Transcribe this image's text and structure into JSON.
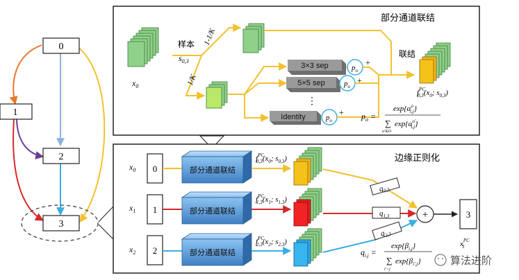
{
  "colors": {
    "orange": "#e8772e",
    "purple": "#6b3e99",
    "blue_light": "#8fb2dc",
    "yellow": "#f2c12e",
    "red": "#d62828",
    "cyan": "#3aaee2",
    "green_block": "#8fd18a",
    "op_box": "#6e6e6e",
    "bridge_blue": "#5b9bd5",
    "node_stroke": "#222222"
  },
  "dag": {
    "node0": "0",
    "node1": "1",
    "node2": "2",
    "node3": "3"
  },
  "partial": {
    "title": "部分通道联结",
    "x0": "x",
    "x0_sub": "0",
    "sample_label": "样本",
    "s_label": "s",
    "s_sub": "0,3",
    "frac_upper": "1-1/K",
    "frac_lower": "1/K",
    "op1": "3×3 sep",
    "op2": "5×5 sep",
    "op3": "Identity",
    "po": "p",
    "po_sub": "o",
    "plus": "+",
    "dots": "⋮",
    "concat_label": "联结",
    "f_main": "f",
    "f_sub": "0,3",
    "f_sup": "PC",
    "f_args": "(x",
    "f_args_sub": "0",
    "f_args_mid": "; s",
    "f_args_sub2": "0,3",
    "f_args_end": ")",
    "po_formula_lhs": "p",
    "po_formula_lhs_sub": "o",
    "po_formula_eq": " =",
    "po_num": "exp{α",
    "po_num_sup": "o",
    "po_num_sub": "i,j",
    "po_num_end": "}",
    "po_den_sum": "∑",
    "po_den_sum_sub": "o′∈O",
    "po_den": "exp{α",
    "po_den_sup": "o′",
    "po_den_sub": "i,j",
    "po_den_end": "}"
  },
  "edge": {
    "title": "边缘正则化",
    "rows": [
      {
        "x": "x",
        "x_sub": "0",
        "idx": "0",
        "block": "部分通道联结",
        "f": "f",
        "f_sub": "0,3",
        "f_sup": "PC",
        "args1": "(x",
        "args1_sub": "0",
        "args_mid": "; s",
        "args2_sub": "0,3",
        "args_end": ")",
        "q": "q",
        "q_sub": "0,3"
      },
      {
        "x": "x",
        "x_sub": "1",
        "idx": "1",
        "block": "部分通道联结",
        "f": "f",
        "f_sub": "1,3",
        "f_sup": "PC",
        "args1": "(x",
        "args1_sub": "1",
        "args_mid": "; s",
        "args2_sub": "1,3",
        "args_end": ")",
        "q": "q",
        "q_sub": "1,3"
      },
      {
        "x": "x",
        "x_sub": "2",
        "idx": "2",
        "block": "部分通道联结",
        "f": "f",
        "f_sub": "2,3",
        "f_sup": "PC",
        "args1": "(x",
        "args1_sub": "2",
        "args_mid": "; s",
        "args2_sub": "2,3",
        "args_end": ")",
        "q": "q",
        "q_sub": "2,3"
      }
    ],
    "sum_symbol": "+",
    "out_idx": "3",
    "out_label": "x",
    "out_sub": "3",
    "out_sup": "PC",
    "q_lhs": "q",
    "q_lhs_sub": "i,j",
    "q_eq": " =",
    "q_num": "exp{β",
    "q_num_sub": "i,j",
    "q_num_end": "}",
    "q_den_sum": "∑",
    "q_den_sum_sub": "i′<j",
    "q_den": "exp{β",
    "q_den_sub": "i′,j",
    "q_den_end": "}"
  },
  "watermark": {
    "text": "算法进阶"
  }
}
